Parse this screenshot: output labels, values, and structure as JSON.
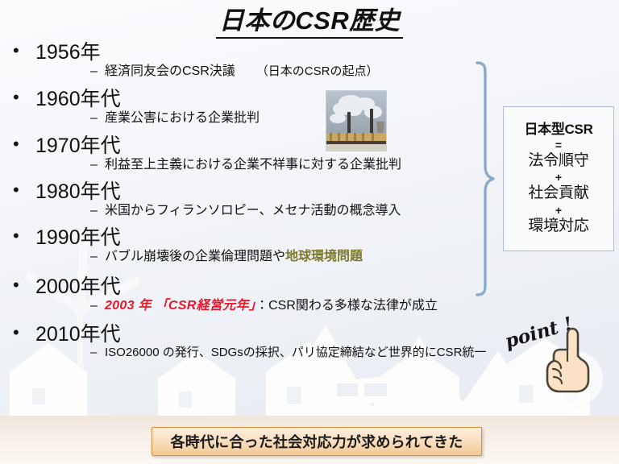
{
  "slide": {
    "title": "日本のCSR歴史",
    "background_tint": "#f4f6fa",
    "accent_red": "#e8192c",
    "accent_olive": "#7b7a2c",
    "brace_color": "#8ba9c9",
    "banner_border": "#d98e3a"
  },
  "timeline": [
    {
      "era": "1956年",
      "detail": "経済同友会のCSR決議",
      "note": "（日本のCSRの起点）"
    },
    {
      "era": "1960年代",
      "detail": "産業公害における企業批判"
    },
    {
      "era": "1970年代",
      "detail": "利益至上主義における企業不祥事に対する企業批判"
    },
    {
      "era": "1980年代",
      "detail": "米国からフィランソロピー、メセナ活動の概念導入"
    },
    {
      "era": "1990年代",
      "detail_plain": "バブル崩壊後の企業倫理問題や",
      "detail_highlight": "地球環境問題"
    },
    {
      "era": "2000年代",
      "detail_emphasis": "2003 年 「CSR経営元年」",
      "detail_rest": "：CSR関わる多様な法律が成立"
    },
    {
      "era": "2010年代",
      "detail": "ISO26000 の発行、SDGsの採択、パリ協定締結など世界的にCSR統一"
    }
  ],
  "definition_box": {
    "heading": "日本型CSR",
    "equals": "=",
    "terms": [
      "法令順守",
      "社会貢献",
      "環境対応"
    ],
    "plus": "+"
  },
  "point_marker": {
    "label": "point !",
    "icon": "pointing-hand-icon"
  },
  "photo": {
    "alt": "産業公害・工場の煙突写真"
  },
  "banner": {
    "text": "各時代に合った社会対応力が求められてきた"
  }
}
